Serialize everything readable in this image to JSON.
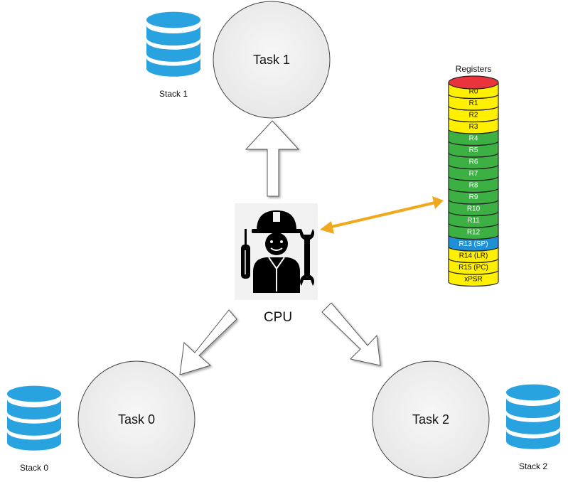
{
  "tasks": {
    "task1": {
      "label": "Task 1"
    },
    "task0": {
      "label": "Task 0"
    },
    "task2": {
      "label": "Task 2"
    }
  },
  "stacks": {
    "stack1": {
      "label": "Stack 1"
    },
    "stack0": {
      "label": "Stack 0"
    },
    "stack2": {
      "label": "Stack 2"
    }
  },
  "cpu": {
    "label": "CPU"
  },
  "registers": {
    "title": "Registers",
    "items": [
      {
        "label": "R0",
        "color": "#ffef00"
      },
      {
        "label": "R1",
        "color": "#ffef00"
      },
      {
        "label": "R2",
        "color": "#ffef00"
      },
      {
        "label": "R3",
        "color": "#ffef00"
      },
      {
        "label": "R4",
        "color": "#3cb043"
      },
      {
        "label": "R5",
        "color": "#3cb043"
      },
      {
        "label": "R6",
        "color": "#3cb043"
      },
      {
        "label": "R7",
        "color": "#3cb043"
      },
      {
        "label": "R8",
        "color": "#3cb043"
      },
      {
        "label": "R9",
        "color": "#3cb043"
      },
      {
        "label": "R10",
        "color": "#3cb043"
      },
      {
        "label": "R11",
        "color": "#3cb043"
      },
      {
        "label": "R12",
        "color": "#3cb043"
      },
      {
        "label": "R13 (SP)",
        "color": "#1e90d6"
      },
      {
        "label": "R14 (LR)",
        "color": "#ffef00"
      },
      {
        "label": "R15 (PC)",
        "color": "#ffef00"
      },
      {
        "label": "xPSR",
        "color": "#ffef00"
      }
    ]
  },
  "colors": {
    "db_blue": "#29a3e0",
    "cylinder_top": "#e8343a",
    "arrow_orange": "#f0a81c",
    "circle_fill": "#efefef"
  }
}
